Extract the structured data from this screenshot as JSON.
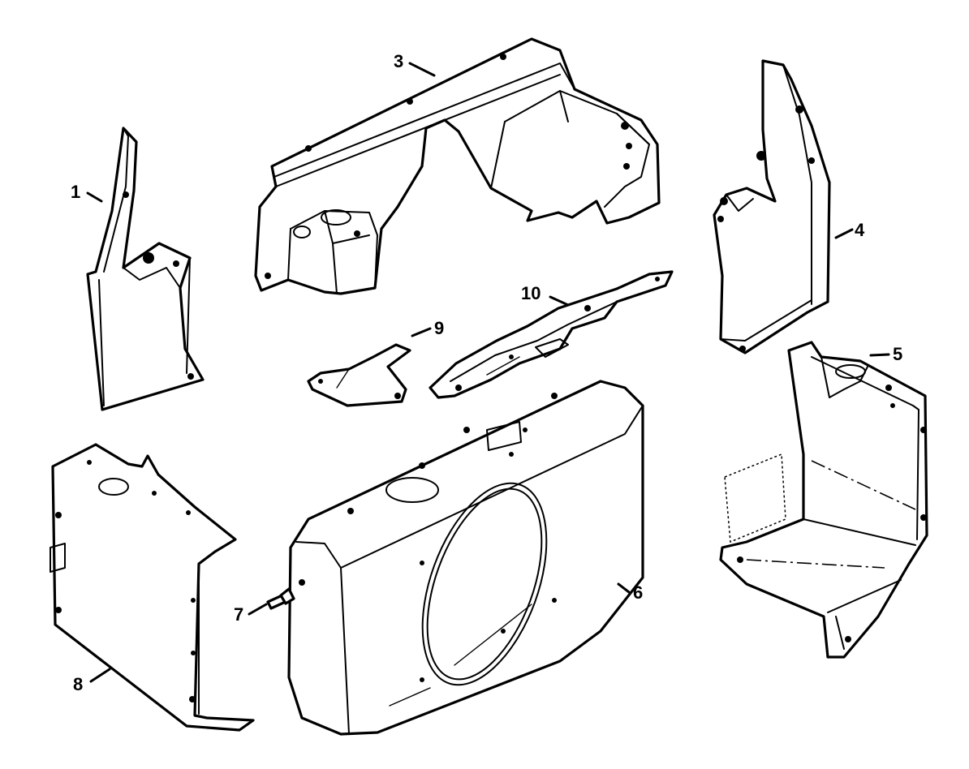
{
  "callouts": {
    "p1": "1",
    "p3": "3",
    "p4": "4",
    "p5": "5",
    "p6": "6",
    "p7": "7",
    "p8": "8",
    "p9": "9",
    "p10": "10"
  },
  "colors": {
    "ink": "#000000",
    "paper": "#ffffff"
  }
}
